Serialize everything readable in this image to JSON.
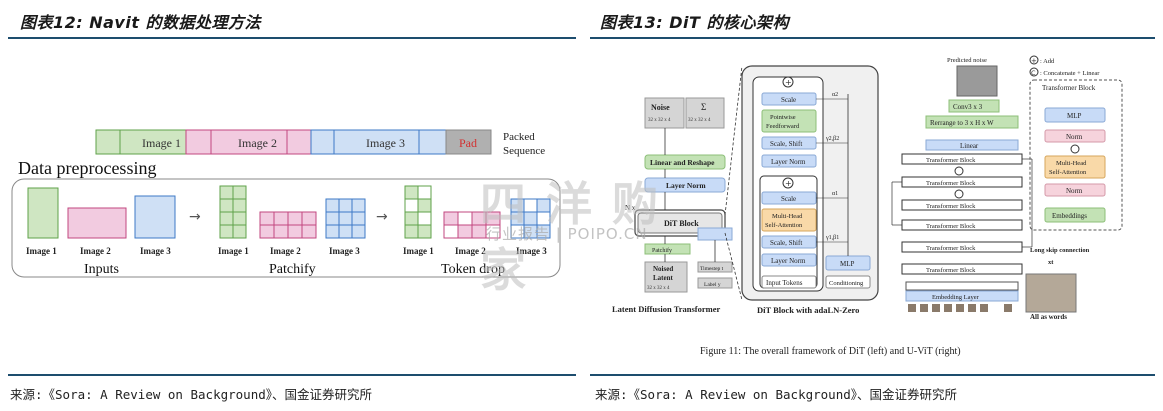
{
  "left_panel": {
    "title": "图表12: Navit 的数据处理方法",
    "source": "来源:《Sora: A Review on Background》、国金证券研究所",
    "figure": {
      "packed_sequence": {
        "segments": [
          "Image 1",
          "Image 2",
          "Image 3",
          "Pad"
        ],
        "label_line1": "Packed",
        "label_line2": "Sequence"
      },
      "section_heading": "Data preprocessing",
      "stage_labels": [
        "Inputs",
        "Patchify",
        "Token drop"
      ],
      "image_labels": [
        "Image 1",
        "Image 2",
        "Image 3"
      ]
    }
  },
  "right_panel": {
    "title": "图表13: DiT 的核心架构",
    "source": "来源:《Sora: A Review on Background》、国金证券研究所",
    "caption": "Figure 11: The overall framework of DiT (left) and U-ViT (right)",
    "dit": {
      "noise_label": "Noise",
      "noise_dims": "32 x 32 x 4",
      "sigma_label": "Σ",
      "sigma_dims": "32 x 32 x 4",
      "linear_reshape": "Linear and Reshape",
      "layer_norm": "Layer Norm",
      "dit_block": "DiT Block",
      "nx": "N x",
      "noised_latent_1": "Noised",
      "noised_latent_2": "Latent",
      "noised_dims": "32 x 32 x 4",
      "timestep": "Timestep t",
      "label_y": "Label y",
      "patchify": "Patchify",
      "caption_left": "Latent Diffusion Transformer"
    },
    "dit_block": {
      "scale_top": "Scale",
      "pointwise_1": "Pointwise",
      "pointwise_2": "Feedforward",
      "scale_shift_1": "Scale, Shift",
      "layer_norm_1": "Layer Norm",
      "scale_mid": "Scale",
      "mhsa_1": "Multi-Head",
      "mhsa_2": "Self-Attention",
      "scale_shift_2": "Scale, Shift",
      "layer_norm_2": "Layer Norm",
      "input_tokens": "Input Tokens",
      "mlp": "MLP",
      "conditioning": "Conditioning",
      "alpha2": "α2",
      "gamma2_beta2": "γ2,β2",
      "alpha1": "α1",
      "gamma1_beta1": "γ1,β1",
      "caption": "DiT Block with adaLN-Zero"
    },
    "uvit": {
      "predicted_noise": "Predicted noise",
      "conv": "Conv3 x 3",
      "rearrange": "Rerrange to 3 x H x W",
      "linear": "Linear",
      "transformer_block": "Transformer Block",
      "embedding_layer": "Embedding Layer",
      "all_as_words": "All as words",
      "long_skip": "Long skip connection",
      "xt": "xt",
      "legend_add": ": Add",
      "legend_concat": ": Concatenate + Linear",
      "legend_plus": "+",
      "legend_c": "C"
    },
    "transformer_block_detail": {
      "title": "Transformer Block",
      "mlp": "MLP",
      "norm_top": "Norm",
      "mhsa_1": "Multi-Head",
      "mhsa_2": "Self-Attention",
      "norm_bottom": "Norm",
      "embeddings": "Embeddings"
    }
  },
  "watermark": {
    "big": "四 洋 购 家",
    "small": "行业报告 | POIPO.CN"
  },
  "colors": {
    "rule": "#1d4d6e",
    "green_fill": "#cfe6c2",
    "green_stroke": "#5fa24a",
    "pink_fill": "#f2cbe0",
    "pink_stroke": "#c2477f",
    "blue_fill": "#cfe0f5",
    "blue_stroke": "#3d79c6",
    "pad_fill": "#b0b0b0",
    "pad_text": "#d23232",
    "grey_box": "#d5d5d5",
    "orange_fill": "#f9d9a8",
    "uvit_blue": "#c8dbf7",
    "uvit_pink": "#f6d3dc",
    "uvit_green": "#c3e2b5"
  }
}
